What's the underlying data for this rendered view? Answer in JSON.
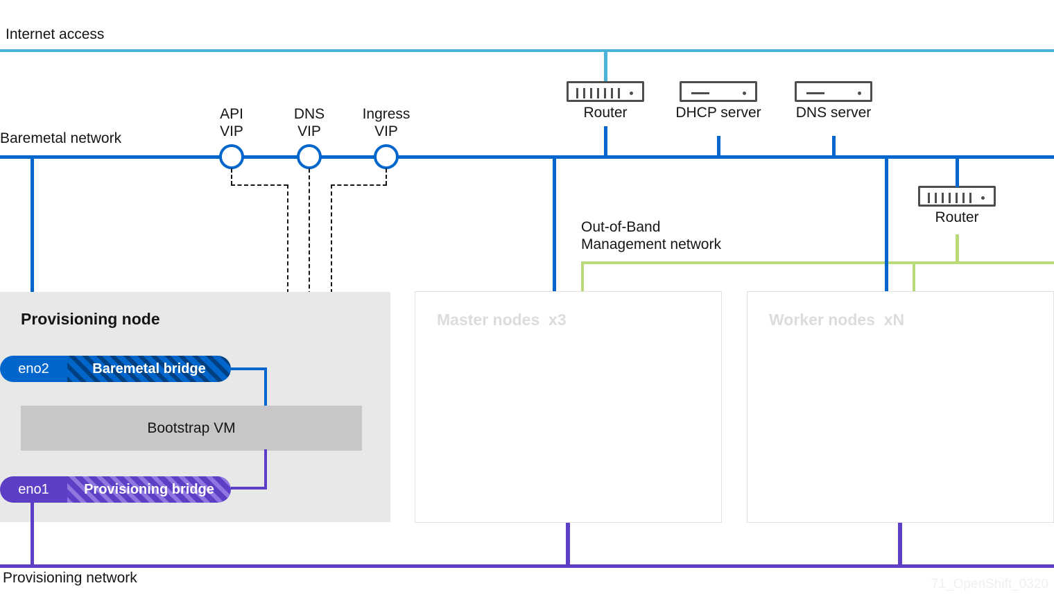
{
  "diagram": {
    "watermark": "71_OpenShift_0320",
    "colors": {
      "internet": "#47b3d9",
      "baremetal": "#0066cc",
      "provisioning": "#5c3fc4",
      "oob_management": "#bada7a",
      "panel_bg": "#e8e8e8",
      "bootstrap_bg": "#c7c7c7",
      "node_label": "#dcdcdc"
    },
    "networks": [
      {
        "name": "internet-access",
        "label": "Internet access"
      },
      {
        "name": "baremetal-network",
        "label": "Baremetal network"
      },
      {
        "name": "oob-management-network",
        "label": "Out-of-Band\nManagement network"
      },
      {
        "name": "provisioning-network",
        "label": "Provisioning network"
      }
    ],
    "vips": [
      {
        "name": "api-vip",
        "label": "API\nVIP"
      },
      {
        "name": "dns-vip",
        "label": "DNS\nVIP"
      },
      {
        "name": "ingress-vip",
        "label": "Ingress\nVIP"
      }
    ],
    "devices": [
      {
        "name": "router-internet",
        "label": "Router",
        "icon": "router-icon"
      },
      {
        "name": "dhcp-server",
        "label": "DHCP server",
        "icon": "server-icon"
      },
      {
        "name": "dns-server",
        "label": "DNS server",
        "icon": "server-icon"
      },
      {
        "name": "router-oob",
        "label": "Router",
        "icon": "router-icon"
      }
    ],
    "provisioning_node": {
      "title": "Provisioning node",
      "baremetal_bridge": {
        "nic": "eno2",
        "bridge": "Baremetal bridge"
      },
      "provisioning_bridge": {
        "nic": "eno1",
        "bridge": "Provisioning bridge"
      },
      "bootstrap_vm": "Bootstrap VM"
    },
    "node_groups": [
      {
        "name": "master-nodes",
        "label": "Master nodes  x3"
      },
      {
        "name": "worker-nodes",
        "label": "Worker nodes  xN"
      }
    ]
  }
}
